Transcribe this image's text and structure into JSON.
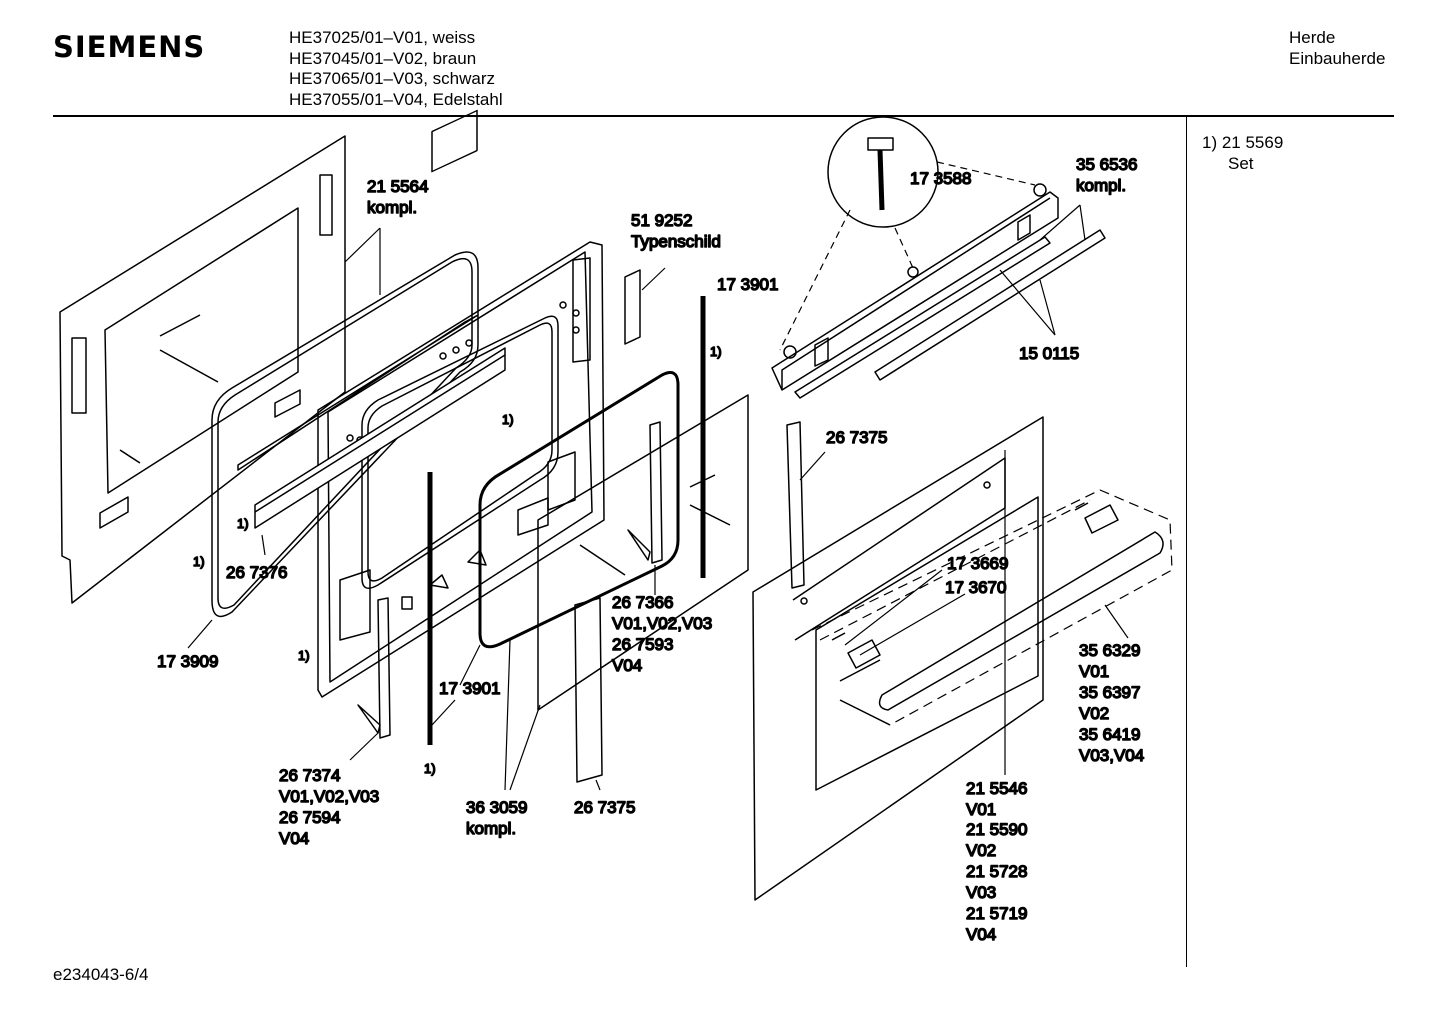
{
  "header": {
    "brand": "SIEMENS",
    "models": [
      "HE37025/01–V01, weiss",
      "HE37045/01–V02, braun",
      "HE37065/01–V03, schwarz",
      "HE37055/01–V04, Edelstahl"
    ],
    "category": [
      "Herde",
      "Einbauherde"
    ]
  },
  "footnote": {
    "ref": "1) 21 5569",
    "text": "Set"
  },
  "doc_id": "e234043-6/4",
  "parts": {
    "p215564": [
      "21 5564",
      "kompl."
    ],
    "p519252": [
      "51 9252",
      "Typenschild"
    ],
    "p173901_top": "17 3901",
    "p173588": "17 3588",
    "p356536": [
      "35 6536",
      "kompl."
    ],
    "p150115": "15 0115",
    "p267375_top": "26 7375",
    "p267376": "26 7376",
    "p173909": "17 3909",
    "p267366": [
      "26 7366",
      "V01,V02,V03",
      "26 7593",
      "V04"
    ],
    "p173669": "17 3669",
    "p173670": "17 3670",
    "p356329": [
      "35 6329",
      "V01",
      "35 6397",
      "V02",
      "35 6419",
      "V03,V04"
    ],
    "p173901_bot": "17 3901",
    "p267374": [
      "26 7374",
      "V01,V02,V03",
      "26 7594",
      "V04"
    ],
    "p363059": [
      "36 3059",
      "kompl."
    ],
    "p267375_bot": "26 7375",
    "p215546": [
      "21 5546",
      "V01",
      "21 5590",
      "V02",
      "21 5728",
      "V03",
      "21 5719",
      "V04"
    ]
  },
  "footnote_marks": {
    "m1": "1)",
    "m2": "1)",
    "m3": "1)",
    "m4": "1)",
    "m5": "1)",
    "m6": "1)"
  }
}
